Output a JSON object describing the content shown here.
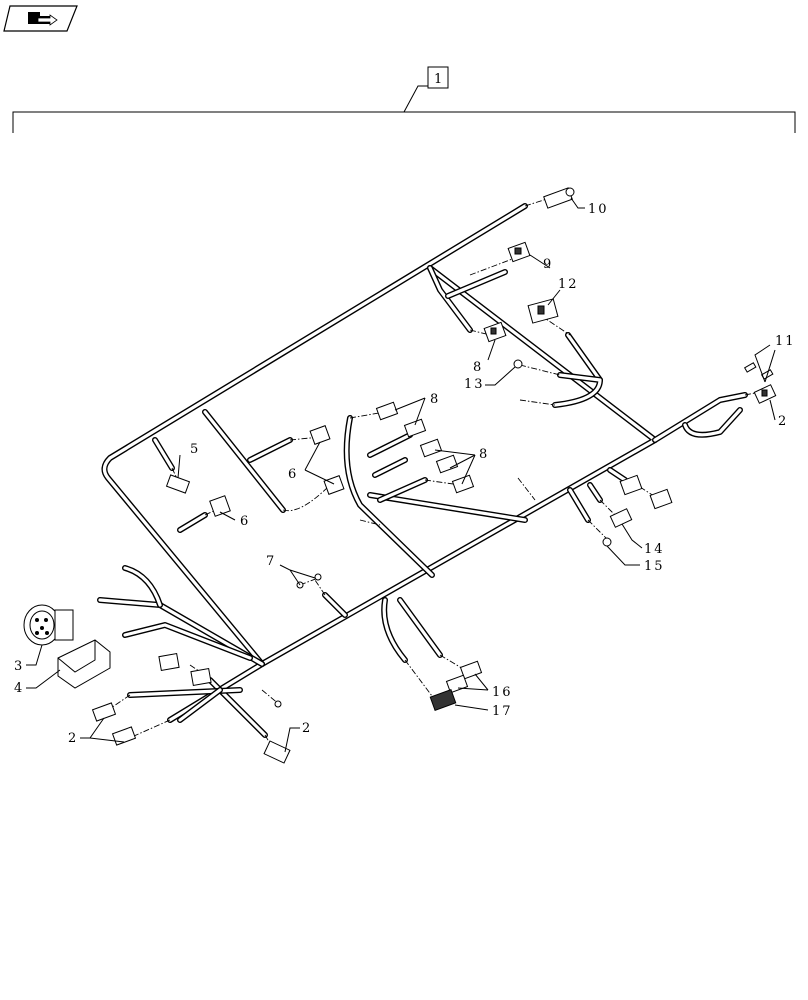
{
  "header": {
    "nav_icon": "page-navigation-icon"
  },
  "assembly": {
    "label": "1"
  },
  "callouts": {
    "c2_right": "2",
    "c2_bottom_left": "2",
    "c2_bottom": "2",
    "c3": "3",
    "c4": "4",
    "c5": "5",
    "c6_left": "6",
    "c6_mid": "6",
    "c7": "7",
    "c8_upper": "8",
    "c8_mid": "8",
    "c8_lower": "8",
    "c9": "9",
    "c10": "10",
    "c11": "11",
    "c12": "12",
    "c13": "13",
    "c14": "14",
    "c15": "15",
    "c16": "16",
    "c17": "17"
  }
}
